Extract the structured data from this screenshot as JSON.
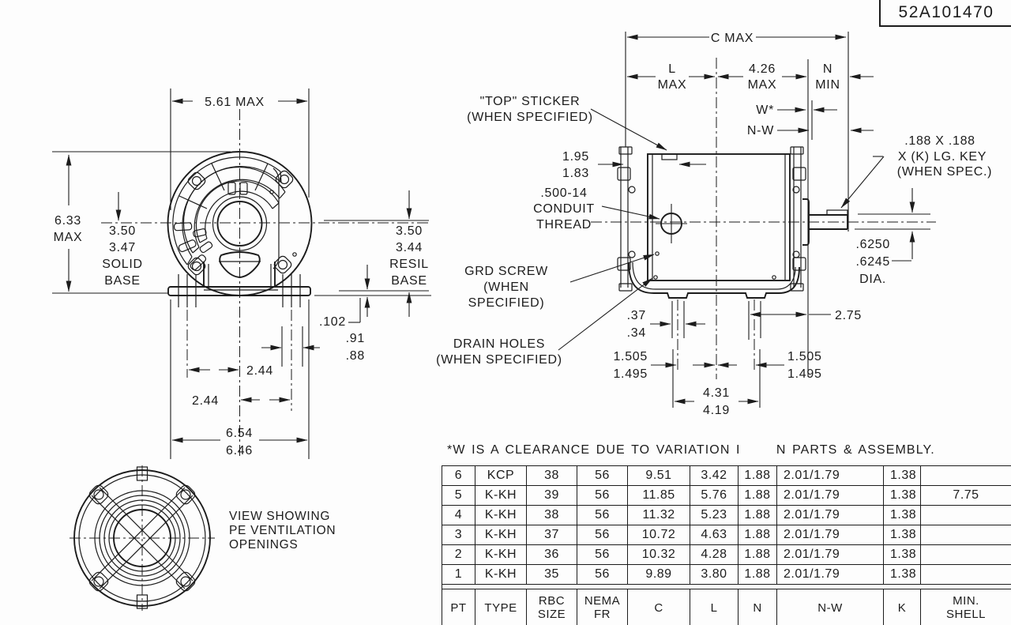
{
  "doc_number": "52A101470",
  "note": "*W IS A CLEARANCE DUE TO VARIATION I      N PARTS & ASSEMBLY.",
  "front_view": {
    "width": "5.61 MAX",
    "height_1": "6.33",
    "height_2": "MAX",
    "solid_1": "3.50",
    "solid_2": "3.47",
    "solid_3": "SOLID",
    "solid_4": "BASE",
    "resil_1": "3.50",
    "resil_2": "3.44",
    "resil_3": "RESIL",
    "resil_4": "BASE",
    "gap": ".102",
    "slot_1": ".91",
    "slot_2": ".88",
    "hole_left": "2.44",
    "hole_right": "2.44",
    "base_len_1": "6.54",
    "base_len_2": "6.46"
  },
  "side_view": {
    "c_max": "C MAX",
    "l_max_1": "L",
    "l_max_2": "MAX",
    "dim_426_1": "4.26",
    "dim_426_2": "MAX",
    "n_min_1": "N",
    "n_min_2": "MIN",
    "w_clearance": "W*",
    "n_minus_w": "N-W",
    "top_sticker_1": "\"TOP\" STICKER",
    "top_sticker_2": "(WHEN SPECIFIED)",
    "sticker_offset_1": "1.95",
    "sticker_offset_2": "1.83",
    "conduit_1": ".500-14",
    "conduit_2": "CONDUIT",
    "conduit_3": "THREAD",
    "grd_1": "GRD SCREW",
    "grd_2": "(WHEN",
    "grd_3": "SPECIFIED)",
    "drain_1": "DRAIN HOLES",
    "drain_2": "(WHEN SPECIFIED)",
    "key_1": ".188 X .188",
    "key_2": "X (K) LG. KEY",
    "key_3": "(WHEN SPEC.)",
    "shaft_dia_1": ".6250",
    "shaft_dia_2": ".6245",
    "shaft_dia_3": "DIA.",
    "drain_w_1": ".37",
    "drain_w_2": ".34",
    "dim_275": "2.75",
    "left_1505_1": "1.505",
    "left_1505_2": "1.495",
    "right_1505_1": "1.505",
    "right_1505_2": "1.495",
    "drain_span_1": "4.31",
    "drain_span_2": "4.19"
  },
  "rear_view": {
    "caption_1": "VIEW SHOWING",
    "caption_2": "PE VENTILATION",
    "caption_3": "OPENINGS"
  },
  "table": {
    "footer": [
      "PT",
      "TYPE",
      "RBC\nSIZE",
      "NEMA\nFR",
      "C",
      "L",
      "N",
      "N-W",
      "K",
      "MIN.\nSHELL"
    ],
    "rows": [
      [
        "6",
        "KCP",
        "38",
        "56",
        "9.51",
        "3.42",
        "1.88",
        "2.01/1.79",
        "1.38",
        ""
      ],
      [
        "5",
        "K-KH",
        "39",
        "56",
        "11.85",
        "5.76",
        "1.88",
        "2.01/1.79",
        "1.38",
        "7.75"
      ],
      [
        "4",
        "K-KH",
        "38",
        "56",
        "11.32",
        "5.23",
        "1.88",
        "2.01/1.79",
        "1.38",
        ""
      ],
      [
        "3",
        "K-KH",
        "37",
        "56",
        "10.72",
        "4.63",
        "1.88",
        "2.01/1.79",
        "1.38",
        ""
      ],
      [
        "2",
        "K-KH",
        "36",
        "56",
        "10.32",
        "4.28",
        "1.88",
        "2.01/1.79",
        "1.38",
        ""
      ],
      [
        "1",
        "K-KH",
        "35",
        "56",
        "9.89",
        "3.80",
        "1.88",
        "2.01/1.79",
        "1.38",
        ""
      ]
    ]
  }
}
